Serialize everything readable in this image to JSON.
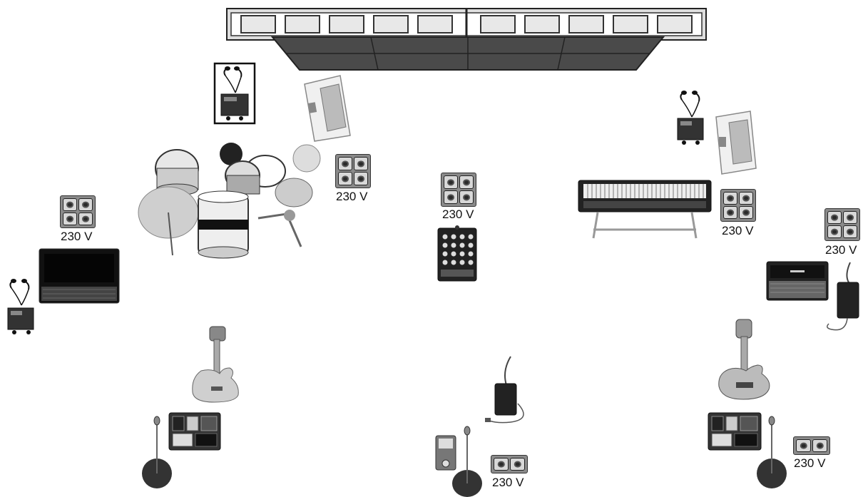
{
  "power_labels": {
    "drums": "230 V",
    "left_amp": "230 V",
    "center": "230 V",
    "keys": "230 V",
    "right_amp": "230 V",
    "center_front": "230 V",
    "right_front": "230 V"
  },
  "icons": [
    "truss-icon",
    "led-wall-icon",
    "in-ear-monitor-icon",
    "laptop-icon",
    "drum-kit-icon",
    "power-outlet-icon",
    "guitar-amp-icon",
    "stage-box-icon",
    "keyboard-icon",
    "bass-guitar-icon",
    "electric-guitar-icon",
    "pedalboard-icon",
    "microphone-stand-icon",
    "wireless-bodypack-icon",
    "effect-pedal-icon"
  ],
  "colors": {
    "background": "#ffffff",
    "equipment": "#1a1a1a",
    "metal": "#9a9a9a"
  }
}
